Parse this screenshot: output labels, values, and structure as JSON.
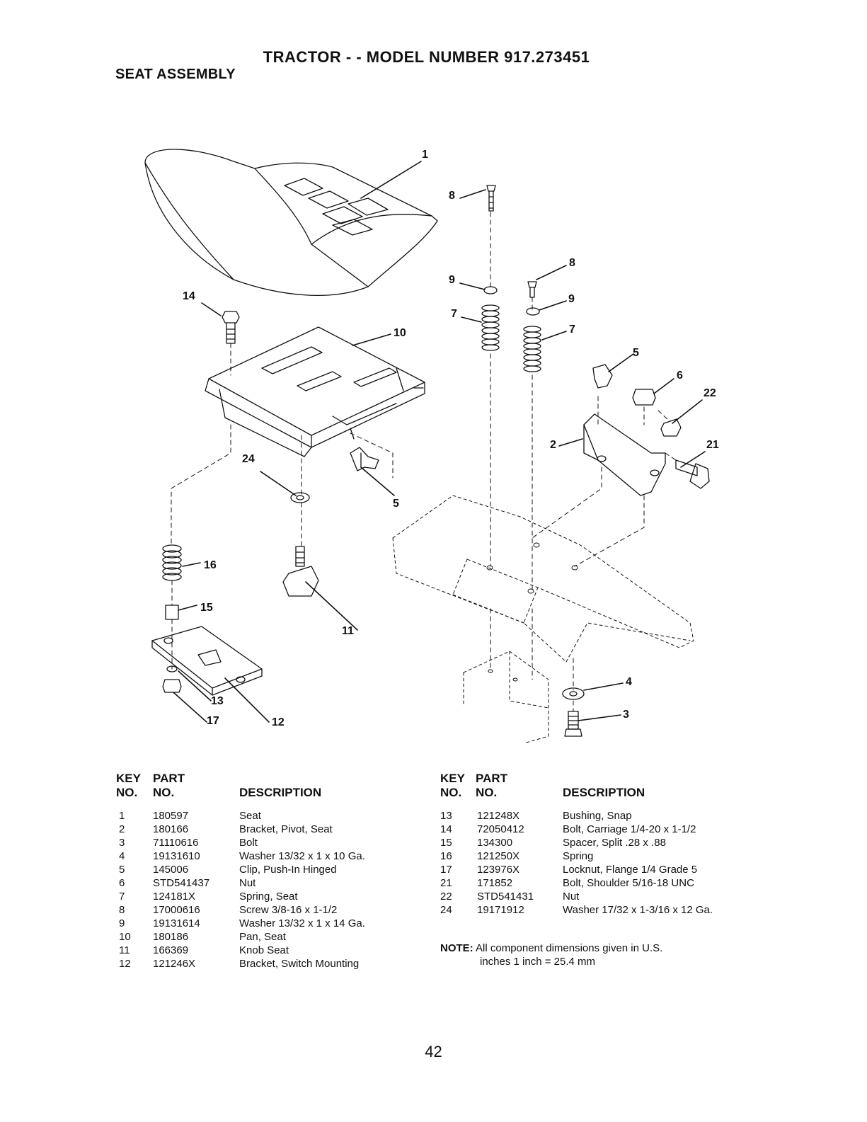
{
  "title": "TRACTOR - - MODEL NUMBER 917.273451",
  "section": "SEAT ASSEMBLY",
  "colors": {
    "ink": "#111111",
    "background": "#ffffff"
  },
  "callouts": [
    "1",
    "14",
    "10",
    "24",
    "5",
    "16",
    "15",
    "11",
    "13",
    "17",
    "12",
    "8",
    "9",
    "7",
    "8",
    "9",
    "7",
    "5",
    "6",
    "22",
    "2",
    "21",
    "4",
    "3"
  ],
  "table_headers": {
    "key": "KEY",
    "part": "PART",
    "no": "NO.",
    "description": "DESCRIPTION"
  },
  "parts_left": [
    {
      "key": "1",
      "part": "180597",
      "description": "Seat"
    },
    {
      "key": "2",
      "part": "180166",
      "description": "Bracket, Pivot, Seat"
    },
    {
      "key": "3",
      "part": "71110616",
      "description": "Bolt"
    },
    {
      "key": "4",
      "part": "19131610",
      "description": "Washer  13/32 x 1 x 10 Ga."
    },
    {
      "key": "5",
      "part": "145006",
      "description": "Clip, Push-In  Hinged"
    },
    {
      "key": "6",
      "part": "STD541437",
      "description": "Nut"
    },
    {
      "key": "7",
      "part": "124181X",
      "description": "Spring, Seat"
    },
    {
      "key": "8",
      "part": "17000616",
      "description": "Screw  3/8-16 x 1-1/2"
    },
    {
      "key": "9",
      "part": "19131614",
      "description": "Washer  13/32 x 1 x 14 Ga."
    },
    {
      "key": "10",
      "part": "180186",
      "description": "Pan, Seat"
    },
    {
      "key": "11",
      "part": "166369",
      "description": "Knob Seat"
    },
    {
      "key": "12",
      "part": "121246X",
      "description": "Bracket, Switch Mounting"
    }
  ],
  "parts_right": [
    {
      "key": "13",
      "part": "121248X",
      "description": "Bushing, Snap"
    },
    {
      "key": "14",
      "part": "72050412",
      "description": "Bolt, Carriage  1/4-20 x 1-1/2"
    },
    {
      "key": "15",
      "part": "134300",
      "description": "Spacer, Split  .28 x  .88"
    },
    {
      "key": "16",
      "part": "121250X",
      "description": "Spring"
    },
    {
      "key": "17",
      "part": "123976X",
      "description": "Locknut, Flange  1/4 Grade 5"
    },
    {
      "key": "21",
      "part": "171852",
      "description": "Bolt, Shoulder  5/16-18 UNC"
    },
    {
      "key": "22",
      "part": "STD541431",
      "description": "Nut"
    },
    {
      "key": "24",
      "part": "19171912",
      "description": "Washer  17/32 x 1-3/16 x 12 Ga."
    }
  ],
  "note": {
    "label": "NOTE:",
    "line1": "All component dimensions given in U.S.",
    "line2": "inches 1 inch = 25.4 mm"
  },
  "page_number": "42"
}
